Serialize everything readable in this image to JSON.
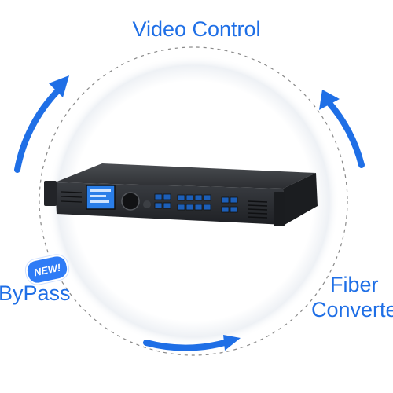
{
  "labels": {
    "top": "Video Control",
    "left": "ByPass",
    "right_line1": "Fiber",
    "right_line2": "Converter"
  },
  "badge": {
    "text": "NEW!"
  },
  "icons": [
    "arc-arrow-icon",
    "new-badge-icon"
  ],
  "colors": {
    "accent": "#1f6fe6",
    "badge": "#2f7cf6",
    "dashed_ring": "#8a8a8a",
    "device_body": "#2b2e33"
  }
}
